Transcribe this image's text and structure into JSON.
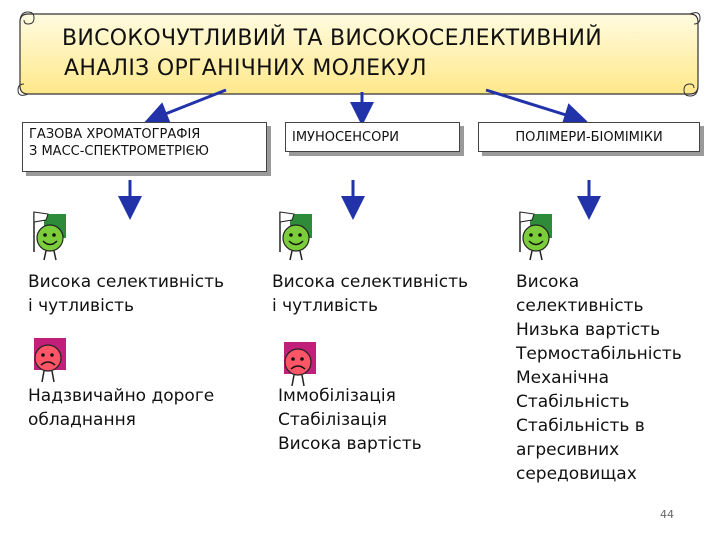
{
  "title": {
    "line1": "ВИСОКОЧУТЛИВИЙ ТА ВИСОКОСЕЛЕКТИВНИЙ",
    "line2": "АНАЛІЗ ОРГАНІЧНИХ МОЛЕКУЛ"
  },
  "methods": [
    {
      "name_line1": "ГАЗОВА ХРОМАТОГРАФІЯ",
      "name_line2": "З МАСС-СПЕКТРОМЕТРІЄЮ",
      "pros": [
        "Висока селективність",
        "і чутливість"
      ],
      "cons": [
        "Надзвичайно дороге",
        "обладнання"
      ]
    },
    {
      "name_line1": "ІМУНОСЕНСОРИ",
      "pros": [
        "Висока селективність",
        "і чутливість"
      ],
      "cons": [
        "Іммобілізація",
        "Стабілізація",
        "Висока вартість"
      ]
    },
    {
      "name_line1": "ПОЛІМЕРИ-БІОМІМІКИ",
      "pros": [
        "Висока",
        "селективність",
        "Низька вартість",
        "Термостабільність",
        "Механічна",
        "Стабільність",
        "Стабільність в",
        "агресивних",
        "середовищах"
      ]
    }
  ],
  "page_number": "44",
  "colors": {
    "scroll_fill": "#fff3b0",
    "arrow": "#2233aa",
    "happy_face": "#7ccd3c",
    "happy_bg": "#2e8b3a",
    "sad_face": "#ff5566",
    "sad_bg": "#c0207a"
  }
}
